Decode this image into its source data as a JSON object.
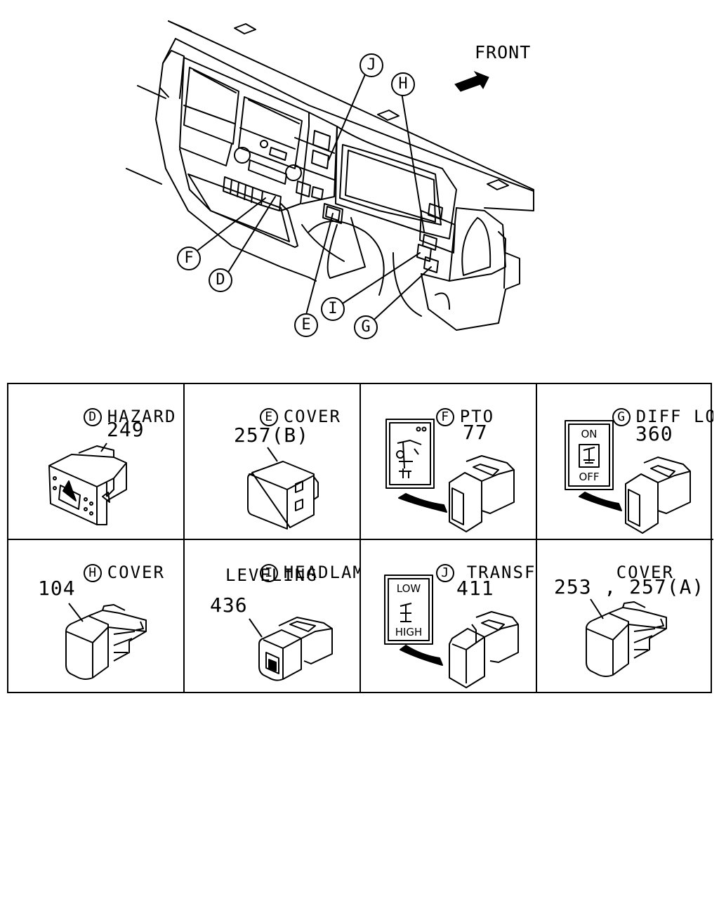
{
  "overview": {
    "direction_label": "FRONT",
    "callouts": [
      {
        "letter": "J"
      },
      {
        "letter": "H"
      },
      {
        "letter": "F"
      },
      {
        "letter": "D"
      },
      {
        "letter": "E"
      },
      {
        "letter": "I"
      },
      {
        "letter": "G"
      }
    ]
  },
  "parts": [
    {
      "letter": "D",
      "title": "HAZARD",
      "part_no": "249"
    },
    {
      "letter": "E",
      "title": "COVER",
      "part_no": "257(B)"
    },
    {
      "letter": "F",
      "title": "PTO",
      "part_no": "77"
    },
    {
      "letter": "G",
      "title": "DIFF LOCK",
      "part_no": "360",
      "label_top": "ON",
      "label_bottom": "OFF"
    },
    {
      "letter": "H",
      "title": "COVER",
      "part_no": "104"
    },
    {
      "letter": "I",
      "title": "HEADLAMP",
      "title_line2": "LEVELING",
      "part_no": "436"
    },
    {
      "letter": "J",
      "title": "TRANSFER",
      "part_no": "411",
      "label_top": "LOW",
      "label_bottom": "HIGH"
    },
    {
      "letter": "",
      "title": "COVER",
      "part_no": "253 , 257(A)"
    }
  ]
}
